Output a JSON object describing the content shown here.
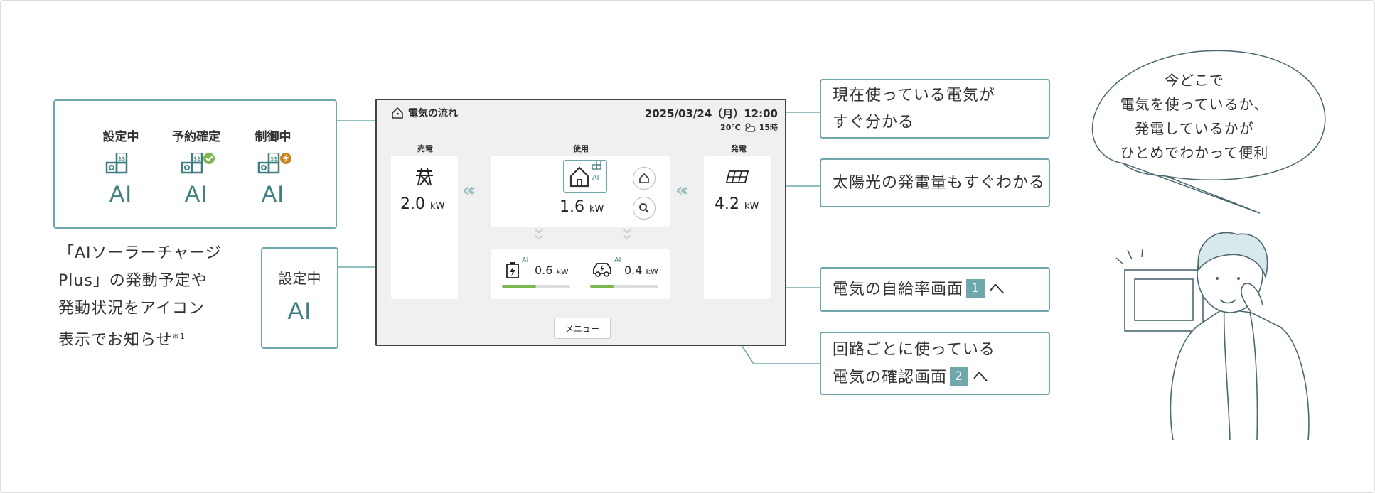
{
  "legend": {
    "items": [
      {
        "label": "設定中",
        "ai": "AI"
      },
      {
        "label": "予約確定",
        "ai": "AI"
      },
      {
        "label": "制御中",
        "ai": "AI"
      }
    ]
  },
  "description_left": {
    "lines": [
      "「AIソーラーチャージ",
      "Plus」の発動予定や",
      "発動状況をアイコン",
      "表示でお知らせ"
    ],
    "footnote": "※1"
  },
  "settei_callout": {
    "label": "設定中",
    "ai": "AI"
  },
  "screen": {
    "title": "電気の流れ",
    "date": "2025/03/24（月）12:00",
    "temperature": "20℃",
    "time_small": "15時",
    "sell": {
      "label": "売電",
      "value": "2.0",
      "unit": "kW"
    },
    "use": {
      "label": "使用",
      "value": "1.6",
      "unit": "kW",
      "ai": "AI"
    },
    "gen": {
      "label": "発電",
      "value": "4.2",
      "unit": "kW"
    },
    "battery": {
      "ai": "AI",
      "value": "0.6",
      "unit": "kW",
      "level": 0.5
    },
    "ev": {
      "ai": "AI",
      "value": "0.4",
      "unit": "kW",
      "level": 0.35
    },
    "menu": "メニュー",
    "accent_color": "#7bb852"
  },
  "callouts": {
    "current_use": [
      "現在使っている電気が",
      "すぐ分かる"
    ],
    "solar": "太陽光の発電量もすぐわかる",
    "self_suff": {
      "text": "電気の自給率画面",
      "num": "1",
      "suffix": "へ"
    },
    "circuit": {
      "line1": "回路ごとに使っている",
      "text": "電気の確認画面",
      "num": "2",
      "suffix": "へ"
    }
  },
  "bubble": {
    "lines": [
      "今どこで",
      "電気を使っているか、",
      "発電しているかが",
      "ひとめでわかって便利"
    ]
  },
  "colors": {
    "teal": "#6fa8ab",
    "ai_green": "#3e7f82",
    "check_green": "#7bb852",
    "bolt_orange": "#c8861c"
  }
}
